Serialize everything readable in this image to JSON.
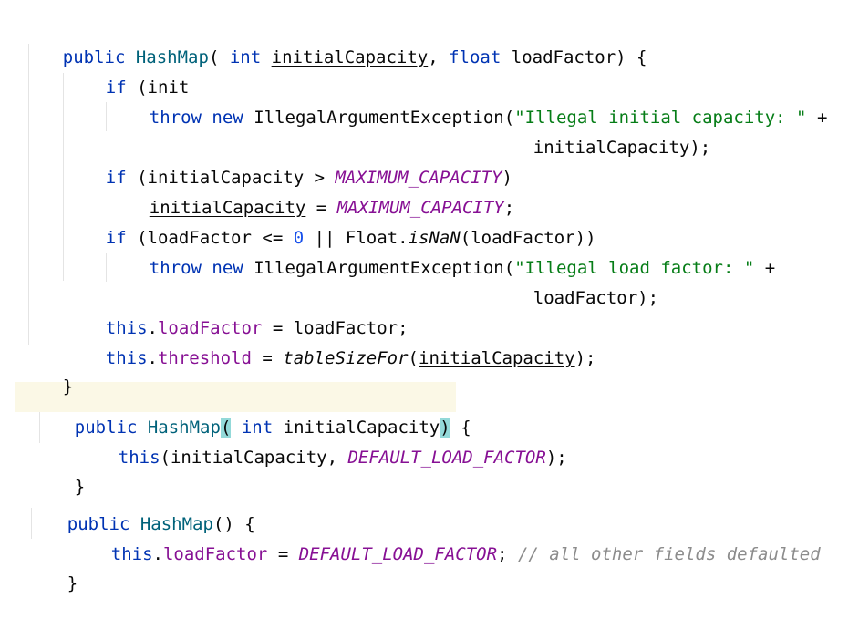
{
  "code": {
    "kw_public": "public",
    "kw_int": "int",
    "kw_float": "float",
    "kw_if": "if",
    "kw_throw": "throw",
    "kw_new": "new",
    "kw_this": "this",
    "class_name": "HashMap",
    "exception": "IllegalArgumentException",
    "p_initialCapacity": "initialCapacity",
    "p_loadFactor": "loadFactor",
    "f_loadFactor": "loadFactor",
    "f_threshold": "threshold",
    "c_max": "MAXIMUM_CAPACITY",
    "c_default_lf": "DEFAULT_LOAD_FACTOR",
    "str_illegal_capacity": "\"Illegal initial capacity: \"",
    "str_illegal_load": "\"Illegal load factor: \"",
    "s_float": "Float",
    "m_isNaN": "isNaN",
    "m_tableSizeFor": "tableSizeFor",
    "num_zero": "0",
    "cmt_defaulted": "// all other fields defaulted",
    "sym_open_sig": "(",
    "sym_sep": ", ",
    "sym_close_sig": ") {",
    "sym_if_open": " (",
    "sym_plus": " +",
    "sym_close_semi": ");",
    "sym_close": ")",
    "sym_assign": " = ",
    "sym_semi": ";",
    "sym_gt": " > ",
    "sym_le": " <= ",
    "sym_or": " || ",
    "sym_dot": ".",
    "sym_open": "(",
    "sym_dbl_close": "))",
    "sym_brace": "}",
    "sym_ctor_default": "() {",
    "sym_space": " ",
    "w_init": "init"
  }
}
